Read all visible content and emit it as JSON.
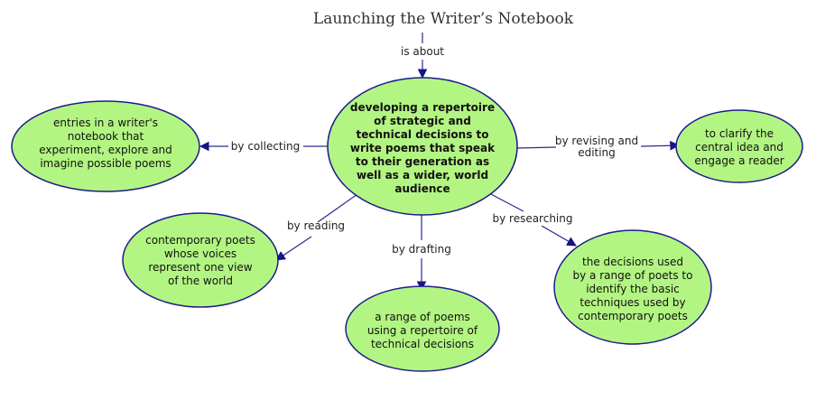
{
  "title": "Launching the Writer’s Notebook",
  "links": {
    "is_about": "is about",
    "by_collecting": "by collecting",
    "by_revising": [
      "by revising and",
      "editing"
    ],
    "by_reading": "by reading",
    "by_drafting": "by drafting",
    "by_researching": "by researching"
  },
  "nodes": {
    "center": [
      "developing a repertoire",
      "of strategic and",
      "technical decisions to",
      "write poems that speak",
      "to their generation as",
      "well as a wider, world",
      "audience"
    ],
    "entries": [
      "entries in a writer's",
      "notebook that",
      "experiment, explore and",
      "imagine possible poems"
    ],
    "clarify": [
      "to clarify the",
      "central idea and",
      "engage a reader"
    ],
    "contemporary": [
      "contemporary poets",
      "whose voices",
      "represent one view",
      "of the world"
    ],
    "range": [
      "a range of poems",
      "using a repertoire of",
      "technical decisions"
    ],
    "decisions": [
      "the decisions used",
      "by a range of poets to",
      "identify the basic",
      "techniques used by",
      "contemporary poets"
    ]
  },
  "colors": {
    "bubble_fill": "#b3f582",
    "bubble_stroke": "#1c1c8c",
    "connector": "#2a2a8f"
  }
}
